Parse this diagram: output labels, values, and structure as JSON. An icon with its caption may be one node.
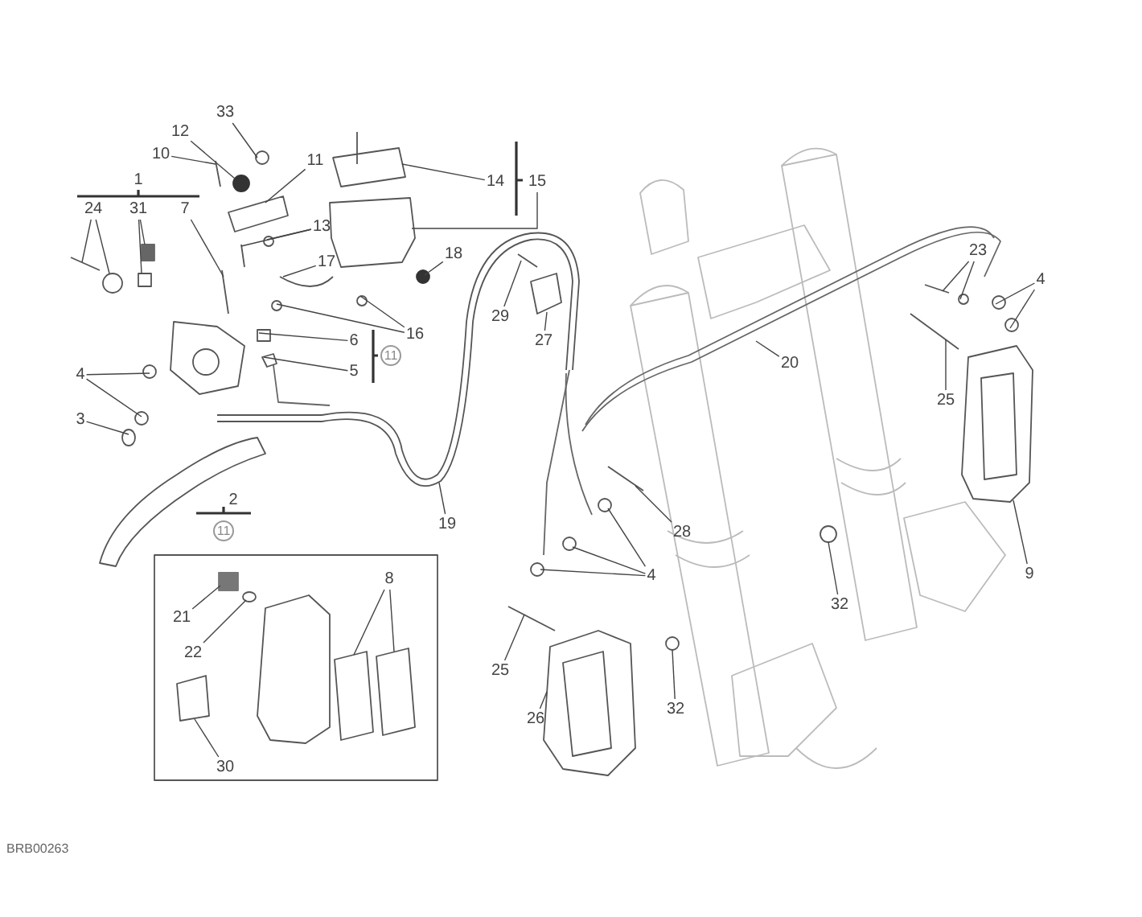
{
  "diagram": {
    "nodes": [
      {
        "text": [
          "24"
        ]
      },
      {
        "text": [
          "31"
        ]
      },
      {
        "text": [
          "7"
        ]
      },
      {
        "text": [
          "33"
        ]
      },
      {
        "text": [
          "12"
        ]
      },
      {
        "text": [
          "10"
        ]
      },
      {
        "text": [
          "11"
        ]
      },
      {
        "text": [
          "13"
        ]
      },
      {
        "text": [
          "17"
        ]
      },
      {
        "text": [
          "14"
        ]
      },
      {
        "text": [
          "15"
        ]
      },
      {
        "text": [
          "18"
        ]
      },
      {
        "text": [
          "16"
        ]
      },
      {
        "text": [
          "6"
        ]
      },
      {
        "text": [
          "5"
        ]
      },
      {
        "text": [
          "4"
        ]
      },
      {
        "text": [
          "3"
        ]
      },
      {
        "text": [
          "29"
        ]
      },
      {
        "text": [
          "27"
        ]
      },
      {
        "text": [
          "19"
        ]
      },
      {
        "text": [
          "20"
        ]
      },
      {
        "text": [
          "23"
        ]
      },
      {
        "text": [
          "4"
        ]
      },
      {
        "text": [
          "25"
        ]
      },
      {
        "text": [
          "9"
        ]
      },
      {
        "text": [
          "28"
        ]
      },
      {
        "text": [
          "4"
        ]
      },
      {
        "text": [
          "32"
        ]
      },
      {
        "text": [
          "21"
        ]
      },
      {
        "text": [
          "22"
        ]
      },
      {
        "text": [
          "8"
        ]
      },
      {
        "text": [
          "30"
        ]
      },
      {
        "text": [
          "25"
        ]
      },
      {
        "text": [
          "26"
        ]
      },
      {
        "text": [
          "32"
        ]
      }
    ],
    "edges": [
      {
        "from": 0,
        "to": null,
        "arrow": "none"
      },
      {
        "from": 0,
        "to": null,
        "arrow": "none"
      },
      {
        "from": 1,
        "to": null,
        "arrow": "none"
      },
      {
        "from": 1,
        "to": null,
        "arrow": "none"
      },
      {
        "from": 2,
        "to": null,
        "arrow": "none"
      },
      {
        "from": 3,
        "to": null,
        "arrow": "none"
      },
      {
        "from": 4,
        "to": null,
        "arrow": "none"
      },
      {
        "from": 5,
        "to": null,
        "arrow": "none"
      },
      {
        "from": 6,
        "to": null,
        "arrow": "none"
      },
      {
        "from": 7,
        "to": null,
        "arrow": "none"
      },
      {
        "from": 7,
        "to": null,
        "arrow": "none"
      },
      {
        "from": 8,
        "to": null,
        "arrow": "none"
      },
      {
        "from": 9,
        "to": null,
        "arrow": "none"
      },
      {
        "from": 10,
        "to": null,
        "arrow": "none"
      },
      {
        "from": 11,
        "to": null,
        "arrow": "none"
      },
      {
        "from": 12,
        "to": null,
        "arrow": "none"
      },
      {
        "from": 12,
        "to": null,
        "arrow": "none"
      },
      {
        "from": 13,
        "to": null,
        "arrow": "none"
      },
      {
        "from": 14,
        "to": null,
        "arrow": "none"
      },
      {
        "from": 15,
        "to": null,
        "arrow": "none"
      },
      {
        "from": 15,
        "to": null,
        "arrow": "none"
      },
      {
        "from": 16,
        "to": null,
        "arrow": "none"
      },
      {
        "from": 17,
        "to": null,
        "arrow": "none"
      },
      {
        "from": 18,
        "to": null,
        "arrow": "none"
      },
      {
        "from": 19,
        "to": null,
        "arrow": "none"
      },
      {
        "from": 20,
        "to": null,
        "arrow": "none"
      },
      {
        "from": 21,
        "to": null,
        "arrow": "none"
      },
      {
        "from": 21,
        "to": null,
        "arrow": "none"
      },
      {
        "from": 22,
        "to": null,
        "arrow": "none"
      },
      {
        "from": 22,
        "to": null,
        "arrow": "none"
      },
      {
        "from": 23,
        "to": null,
        "arrow": "none"
      },
      {
        "from": 24,
        "to": null,
        "arrow": "none"
      },
      {
        "from": 25,
        "to": null,
        "arrow": "none"
      },
      {
        "from": 26,
        "to": null,
        "arrow": "none"
      },
      {
        "from": 26,
        "to": null,
        "arrow": "none"
      },
      {
        "from": 26,
        "to": null,
        "arrow": "none"
      },
      {
        "from": 27,
        "to": null,
        "arrow": "none"
      },
      {
        "from": 28,
        "to": null,
        "arrow": "none"
      },
      {
        "from": 29,
        "to": null,
        "arrow": "none"
      },
      {
        "from": 30,
        "to": null,
        "arrow": "none"
      },
      {
        "from": 30,
        "to": null,
        "arrow": "none"
      },
      {
        "from": 31,
        "to": null,
        "arrow": "none"
      },
      {
        "from": 32,
        "to": null,
        "arrow": "none"
      },
      {
        "from": 33,
        "to": null,
        "arrow": "none"
      },
      {
        "from": 34,
        "to": null,
        "arrow": "none"
      }
    ],
    "labels": [
      "1",
      "11",
      "2",
      "11",
      "BRB00263"
    ]
  }
}
